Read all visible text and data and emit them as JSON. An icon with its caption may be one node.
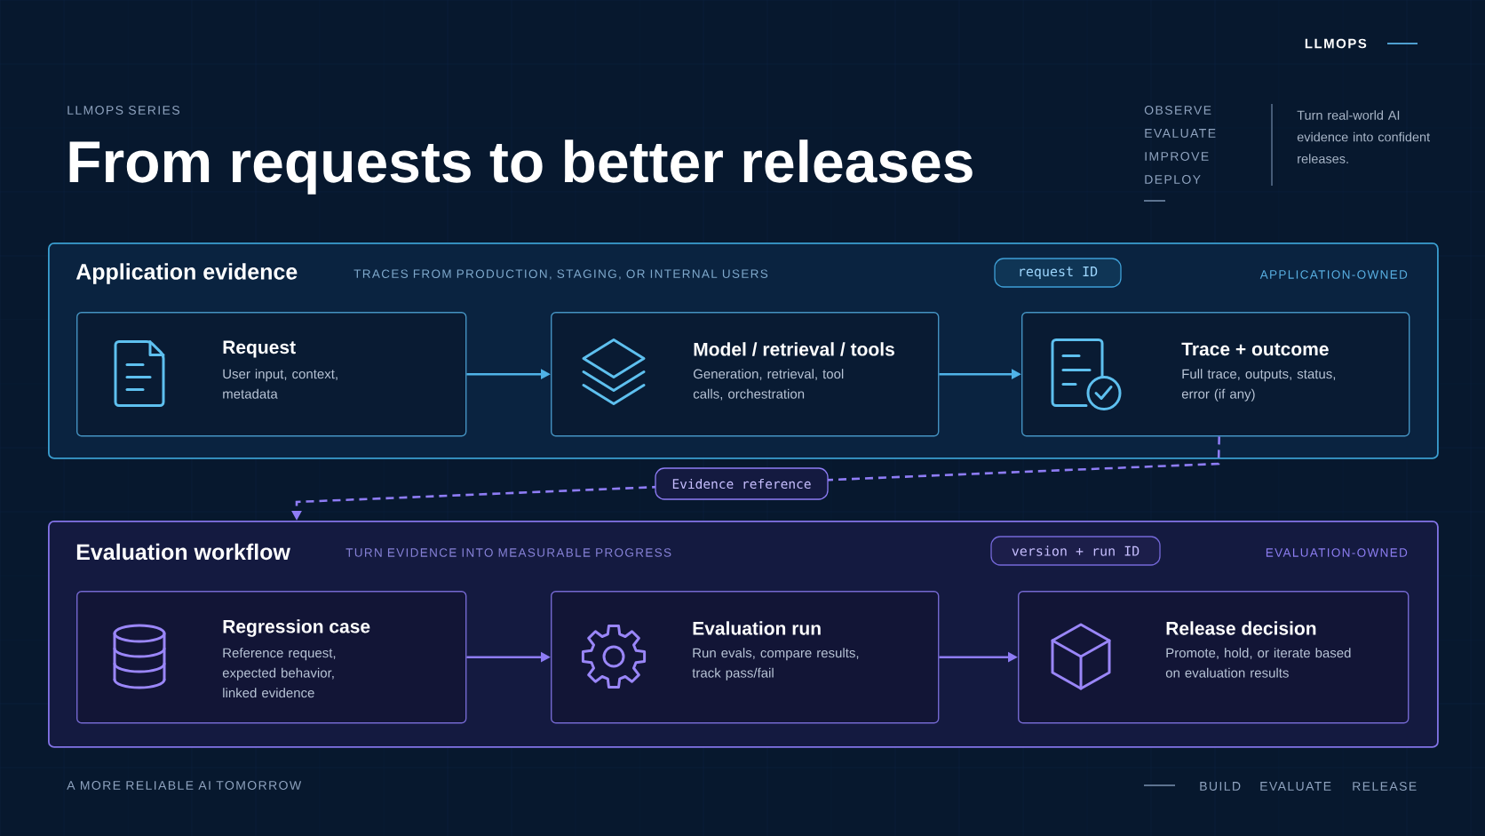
{
  "diagram": {
    "title": "From requests to better releases",
    "nodes": [
      {
        "text": [
          "Application evidence",
          "TRACES FROM PRODUCTION, STAGING, OR INTERNAL USERS",
          "APPLICATION-OWNED"
        ]
      },
      {
        "text": [
          "request ID"
        ],
        "in": 0
      },
      {
        "text": [
          "Request",
          "User input, context, metadata"
        ],
        "in": 0
      },
      {
        "text": [
          "Model / retrieval / tools",
          "Generation, retrieval, tool calls, orchestration"
        ],
        "in": 0
      },
      {
        "text": [
          "Trace + outcome",
          "Full trace, outputs, status, error (if any)"
        ],
        "in": 0
      },
      {
        "text": [
          "Evaluation workflow",
          "TURN EVIDENCE INTO MEASURABLE PROGRESS",
          "EVALUATION-OWNED"
        ]
      },
      {
        "text": [
          "version + run ID"
        ],
        "in": 5
      },
      {
        "text": [
          "Regression case",
          "Reference request, expected behavior, linked evidence"
        ],
        "in": 5
      },
      {
        "text": [
          "Evaluation run",
          "Run evals, compare results, track pass/fail"
        ],
        "in": 5
      },
      {
        "text": [
          "Release decision",
          "Promote, hold, or iterate based on evaluation results"
        ],
        "in": 5
      }
    ],
    "edges": [
      {
        "from": 2,
        "to": 3,
        "arrow": "to",
        "color": "#4fb3e8"
      },
      {
        "from": 3,
        "to": 4,
        "arrow": "to",
        "color": "#4fb3e8"
      },
      {
        "from": 4,
        "to": 5,
        "arrow": "to",
        "label": "Evidence reference",
        "style": "dashed",
        "color": "#8e7cf5"
      },
      {
        "from": 7,
        "to": 8,
        "arrow": "to",
        "color": "#8e7cf5"
      },
      {
        "from": 8,
        "to": 9,
        "arrow": "to",
        "color": "#8e7cf5"
      }
    ],
    "labels": [
      "LLMOPS",
      "LLMOPS SERIES",
      "OBSERVE",
      "EVALUATE",
      "IMPROVE",
      "DEPLOY",
      "Turn real-world AI evidence into confident releases.",
      "A MORE RELIABLE AI TOMORROW",
      "BUILD",
      "EVALUATE",
      "RELEASE"
    ]
  }
}
